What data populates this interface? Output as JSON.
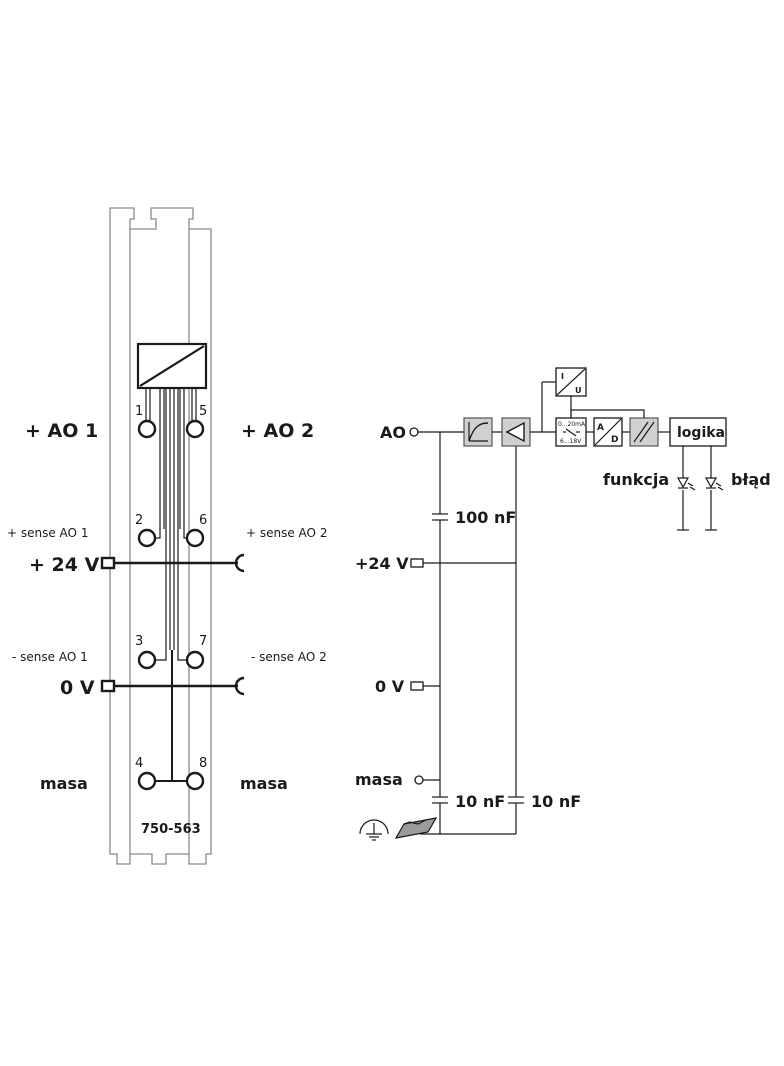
{
  "module": {
    "part_number": "750-563",
    "pins": [
      "1",
      "2",
      "3",
      "4",
      "5",
      "6",
      "7",
      "8"
    ],
    "left_labels": {
      "ao1": "+ AO 1",
      "sense_plus": "+ sense AO 1",
      "v24": "+ 24 V",
      "sense_minus": "- sense AO 1",
      "v0": "0 V",
      "ground": "masa"
    },
    "right_labels": {
      "ao2": "+ AO 2",
      "sense_plus": "+ sense AO 2",
      "sense_minus": "- sense AO 2",
      "ground": "masa"
    }
  },
  "schematic": {
    "ao": "AO",
    "v24": "+24 V",
    "v0": "0 V",
    "ground": "masa",
    "cap_100nf": "100 nF",
    "cap_10nf_left": "10 nF",
    "cap_10nf_right": "10 nF",
    "iu_i": "I",
    "iu_u": "U",
    "switch_top": "0...20mA",
    "switch_bottom": "6...18V",
    "ad_a": "A",
    "ad_d": "D",
    "logic": "logika",
    "led_function": "funkcja",
    "led_error": "błąd"
  }
}
